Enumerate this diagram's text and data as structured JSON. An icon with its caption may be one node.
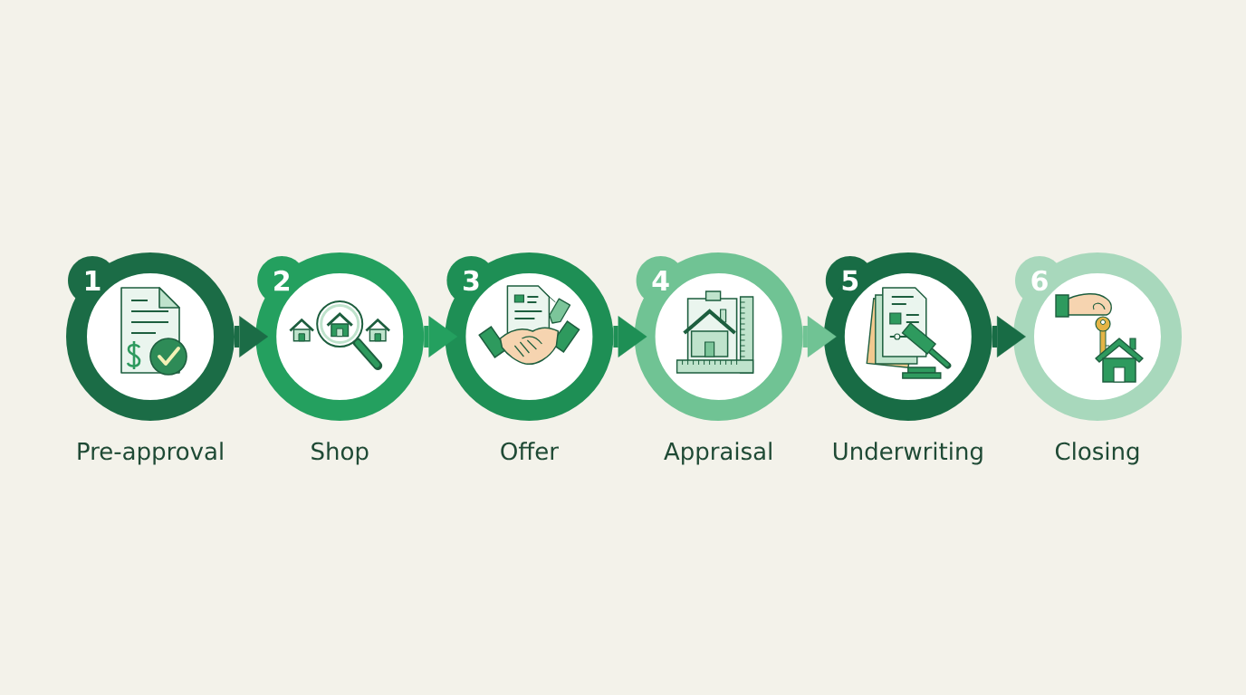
{
  "diagram": {
    "nodes": [
      {
        "text": [
          "1"
        ],
        "beside": [
          "Pre-approval"
        ]
      },
      {
        "text": [
          "2"
        ],
        "beside": [
          "Shop"
        ]
      },
      {
        "text": [
          "3"
        ],
        "beside": [
          "Offer"
        ]
      },
      {
        "text": [
          "4"
        ],
        "beside": [
          "Appraisal"
        ]
      },
      {
        "text": [
          "5"
        ],
        "beside": [
          "Underwriting"
        ]
      },
      {
        "text": [
          "6"
        ],
        "beside": [
          "Closing"
        ]
      }
    ],
    "edges": [
      {
        "from": 0,
        "to": 1,
        "arrow": "to",
        "color": "#1b6c46"
      },
      {
        "from": 1,
        "to": 2,
        "arrow": "to",
        "color": "#24a05f"
      },
      {
        "from": 2,
        "to": 3,
        "arrow": "to",
        "color": "#1e8f55"
      },
      {
        "from": 3,
        "to": 4,
        "arrow": "to",
        "color": "#70c394"
      },
      {
        "from": 4,
        "to": 5,
        "arrow": "to",
        "color": "#186c45"
      }
    ]
  }
}
